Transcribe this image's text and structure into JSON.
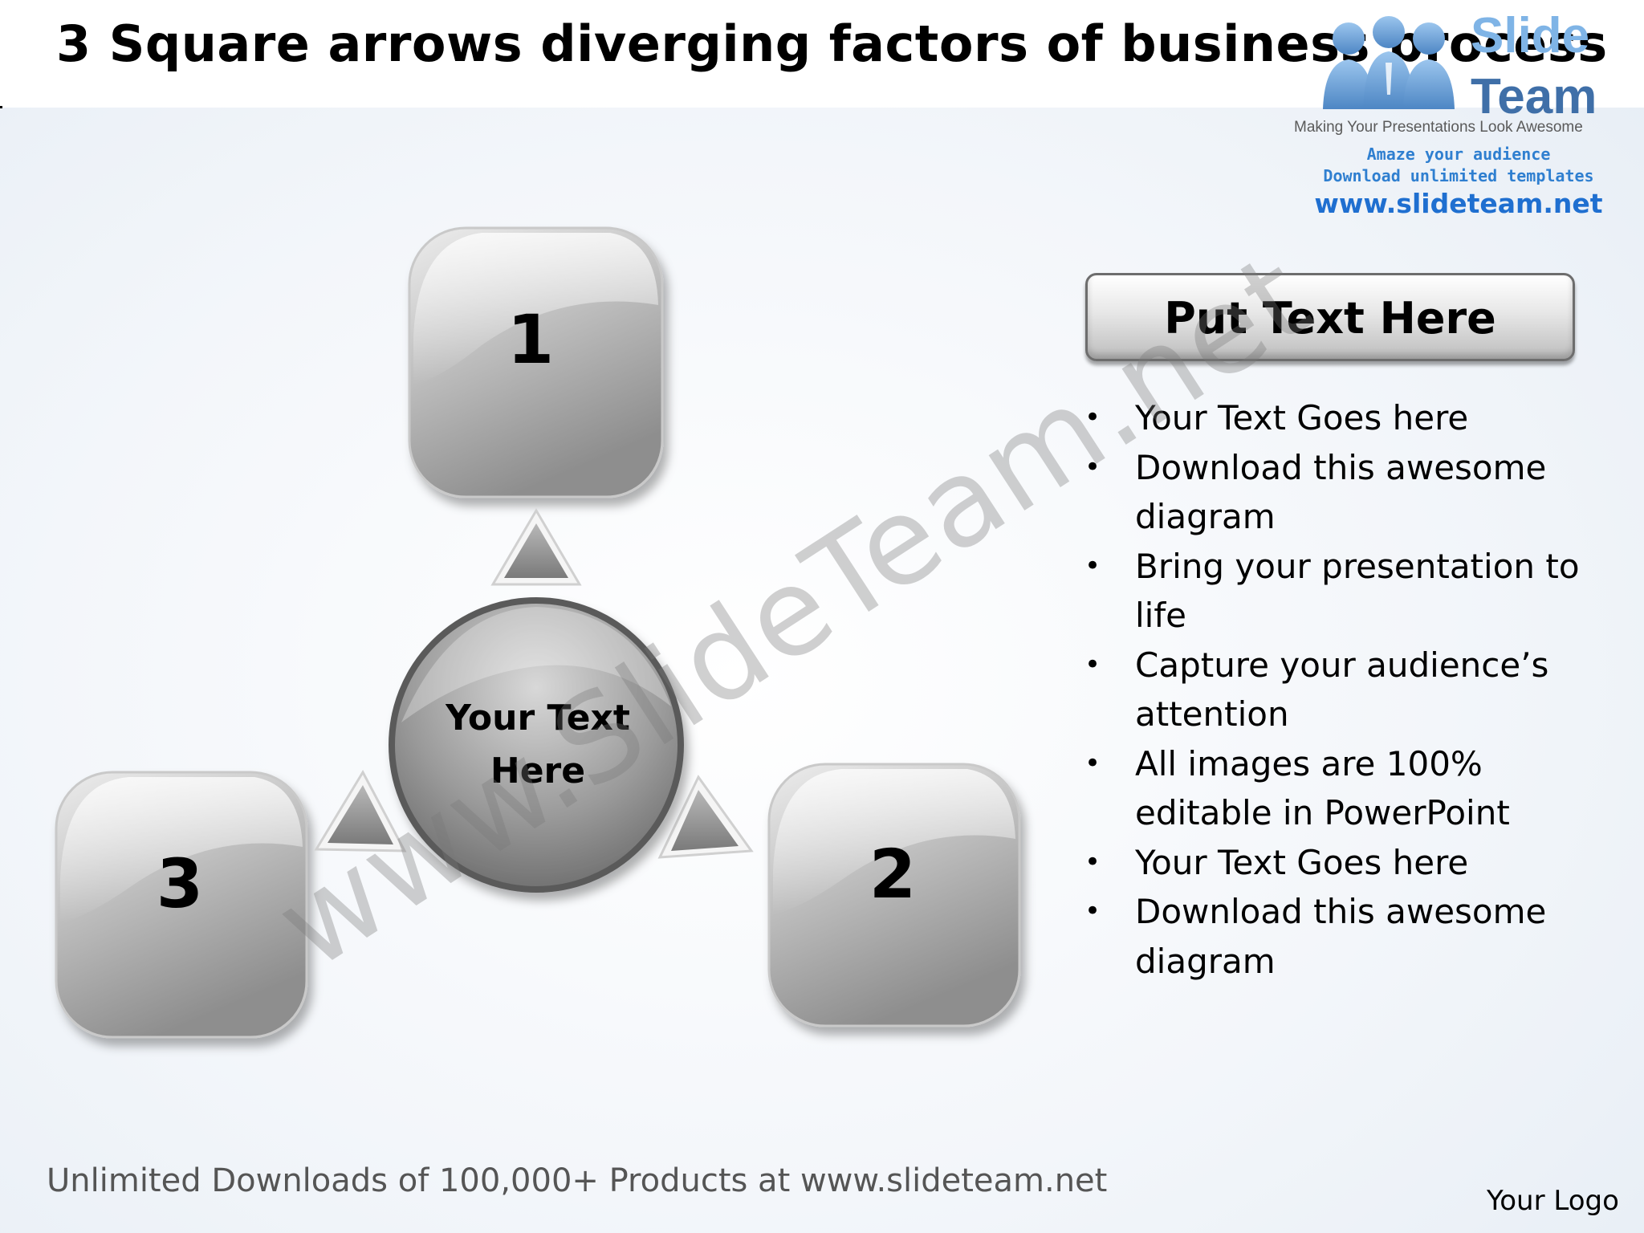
{
  "title": "3 Square arrows diverging factors of business process",
  "brand": {
    "word_top": "Slide",
    "word_bottom": "Team",
    "tagline": "Making Your Presentations Look Awesome",
    "line1": "Amaze your audience",
    "line2": "Download unlimited templates",
    "url": "www.slideteam.net"
  },
  "diagram": {
    "center_label": [
      "Your Text",
      "Here"
    ],
    "boxes": [
      {
        "number": "1"
      },
      {
        "number": "2"
      },
      {
        "number": "3"
      }
    ]
  },
  "panel": {
    "header": "Put Text Here",
    "bullets": [
      "Your Text Goes here",
      "Download this awesome diagram",
      "Bring your presentation to life",
      "Capture your audience’s attention",
      "All images are 100% editable in PowerPoint",
      "Your Text Goes here",
      "Download this awesome diagram"
    ],
    "bullet_char": "•"
  },
  "watermark": "www.SlideTeam.net",
  "footer": "Unlimited Downloads of 100,000+ Products at www.slideteam.net",
  "logo_placeholder": "Your Logo",
  "colors": {
    "box_light": "#e8e8e8",
    "box_dark": "#8a8a8a",
    "brand_blue": "#2f7fd0"
  }
}
